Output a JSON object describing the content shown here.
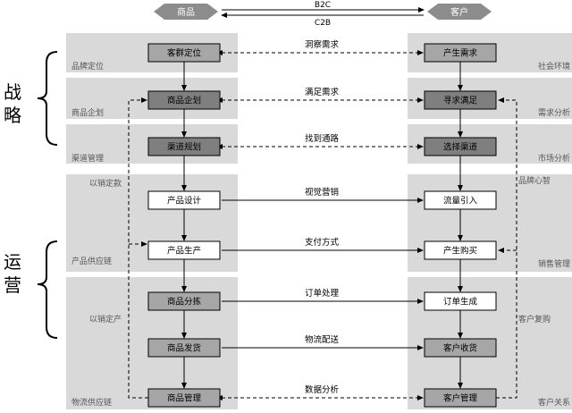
{
  "header": {
    "left_label": "商品",
    "right_label": "客户",
    "b2c_label": "B2C",
    "c2b_label": "C2B"
  },
  "side_labels": {
    "strategy": [
      "战",
      "略"
    ],
    "operation": [
      "运",
      "营"
    ]
  },
  "bands": [
    {
      "id": "brand-positioning",
      "left": "品牌定位",
      "right": "社会环境"
    },
    {
      "id": "product-planning",
      "left": "商品企划",
      "right": "需求分析"
    },
    {
      "id": "channel-management",
      "left": "渠道管理",
      "right": "市场分析"
    },
    {
      "id": "sell-to-order",
      "left": "以销定款",
      "right": "品牌心智"
    },
    {
      "id": "product-supply",
      "left": "产品供应链",
      "right": "销售管理"
    },
    {
      "id": "sell-to-produce",
      "left": "以销定产",
      "right": "客户复购"
    },
    {
      "id": "logistics-supply",
      "left": "物流供应链",
      "right": "客户关系"
    }
  ],
  "left_boxes": [
    "客群定位",
    "商品企划",
    "渠道规划",
    "产品设计",
    "产品生产",
    "商品分拣",
    "商品发货",
    "商品管理"
  ],
  "right_boxes": [
    "产生需求",
    "寻求满足",
    "选择渠道",
    "流量引入",
    "产生购买",
    "订单生成",
    "客户收货",
    "客户管理"
  ],
  "connectors": [
    "洞察需求",
    "满足需求",
    "找到通路",
    "视觉营销",
    "支付方式",
    "订单处理",
    "物流配送",
    "数据分析"
  ],
  "colors": {
    "band": "#d9d9d9",
    "box_dark": "#7f7f7f",
    "box_mid": "#a6a6a6",
    "box_light": "#ffffff",
    "line": "#000000",
    "header": "#8c8c8c"
  }
}
